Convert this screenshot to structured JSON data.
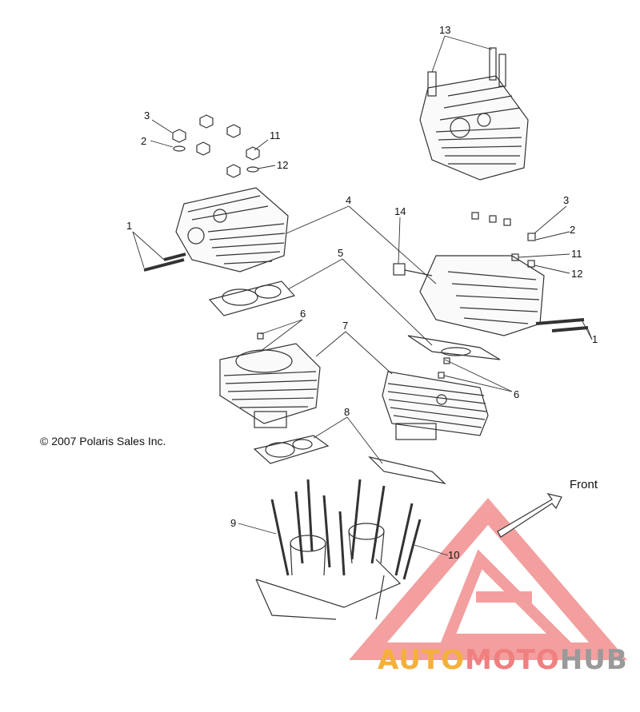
{
  "copyright": "© 2007 Polaris Sales Inc.",
  "front_label": "Front",
  "watermark": {
    "part1": "AUTO",
    "part2": "MOTO",
    "part3": "HUB"
  },
  "callouts": [
    "13",
    "3",
    "2",
    "11",
    "12",
    "1",
    "4",
    "14",
    "3",
    "2",
    "11",
    "12",
    "1",
    "5",
    "6",
    "7",
    "6",
    "8",
    "9",
    "10"
  ],
  "colors": {
    "line": "#333333",
    "watermark_red": "#f08080",
    "watermark_orange": "#f4b03c",
    "watermark_gray": "#9a9a9a"
  }
}
